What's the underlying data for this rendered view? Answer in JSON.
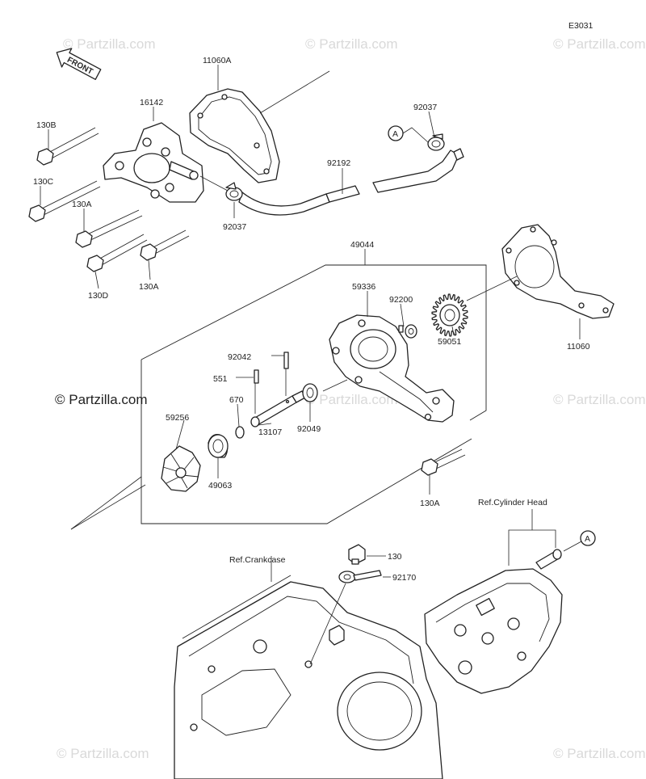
{
  "diagram_code": "E3031",
  "front_label": "FRONT",
  "watermark": "© Partzilla.com",
  "callout_letter": "A",
  "references": {
    "crankcase": "Ref.Crankcase",
    "cylinder_head": "Ref.Cylinder Head"
  },
  "parts": [
    {
      "id": "p1",
      "number": "11060A"
    },
    {
      "id": "p2",
      "number": "16142"
    },
    {
      "id": "p3",
      "number": "92037"
    },
    {
      "id": "p4",
      "number": "130B"
    },
    {
      "id": "p5",
      "number": "130C"
    },
    {
      "id": "p6",
      "number": "130A"
    },
    {
      "id": "p7",
      "number": "92192"
    },
    {
      "id": "p8",
      "number": "92037"
    },
    {
      "id": "p9",
      "number": "130D"
    },
    {
      "id": "p10",
      "number": "130A"
    },
    {
      "id": "p11",
      "number": "49044"
    },
    {
      "id": "p12",
      "number": "59336"
    },
    {
      "id": "p13",
      "number": "92200"
    },
    {
      "id": "p14",
      "number": "59051"
    },
    {
      "id": "p15",
      "number": "11060"
    },
    {
      "id": "p16",
      "number": "92042"
    },
    {
      "id": "p17",
      "number": "551"
    },
    {
      "id": "p18",
      "number": "670"
    },
    {
      "id": "p19",
      "number": "92049"
    },
    {
      "id": "p20",
      "number": "59256"
    },
    {
      "id": "p21",
      "number": "13107"
    },
    {
      "id": "p22",
      "number": "49063"
    },
    {
      "id": "p23",
      "number": "130A"
    },
    {
      "id": "p24",
      "number": "130"
    },
    {
      "id": "p25",
      "number": "92170"
    }
  ]
}
